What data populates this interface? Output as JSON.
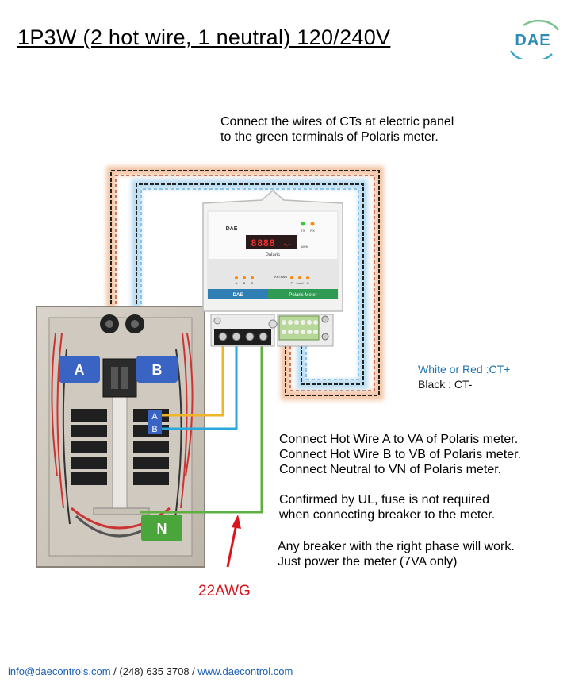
{
  "title": "1P3W (2 hot wire, 1 neutral) 120/240V",
  "logo": {
    "text": "DAE"
  },
  "top_note": [
    "Connect the wires of CTs at electric panel",
    "to the green terminals of Polaris meter."
  ],
  "ct_legend": {
    "positive": "White or Red :CT+",
    "negative": "Black : CT-"
  },
  "connection_notes": [
    "Connect Hot Wire A to VA of Polaris meter.",
    "Connect Hot Wire B to VB of Polaris meter.",
    "Connect Neutral to VN of Polaris meter."
  ],
  "ul_note": [
    "Confirmed by UL, fuse is not required",
    "when connecting breaker to the meter."
  ],
  "breaker_note": [
    "Any breaker with the right phase will work.",
    "Just power the meter (7VA only)"
  ],
  "wire_gauge": "22AWG",
  "panel_labels": {
    "a": "A",
    "b": "B",
    "small_a": "A",
    "small_b": "B",
    "n": "N"
  },
  "meter": {
    "brand": "DAE",
    "model": "Polaris",
    "footer_brand": "DAE",
    "footer_model": "Polaris Meter",
    "display": "8888",
    "unit": "kWh",
    "tx": "TX",
    "rx": "RX",
    "phase_labels": [
      "A",
      "B",
      "C"
    ],
    "pulse_label": "Kt =1Wh",
    "pulse_terms": [
      "P",
      "Load",
      "G"
    ]
  },
  "colors": {
    "hot_a_wire": "#f0b429",
    "hot_b_wire": "#2aa7dc",
    "neutral_wire": "#5fb040",
    "ct_glow_outer": "#f3c6a8",
    "ct_glow_inner": "#b9dcf2",
    "panel_label_blue": "#3a64c4",
    "neutral_label_green": "#4aa63a",
    "arrow_red": "#d8141c",
    "link_blue": "#1a5fb4"
  },
  "footer": {
    "email": "info@daecontrols.com",
    "separator1": " / (248) 635 3708 / ",
    "website": "www.daecontrol.com"
  }
}
